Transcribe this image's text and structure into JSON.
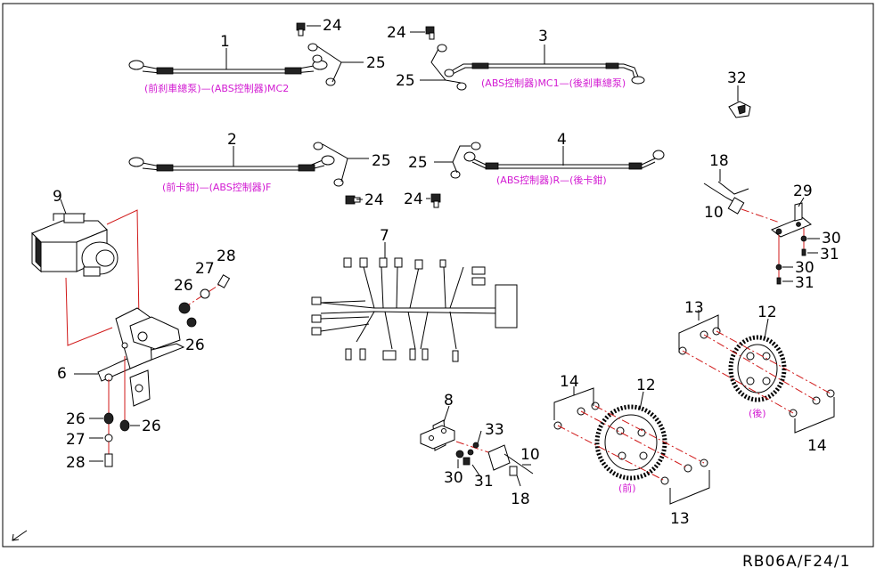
{
  "diagram": {
    "footer_code": "RB06A/F24/1",
    "callouts": {
      "c1": "1",
      "c2": "2",
      "c3": "3",
      "c4": "4",
      "c6": "6",
      "c7": "7",
      "c8": "8",
      "c9": "9",
      "c10a": "10",
      "c10b": "10",
      "c12a": "12",
      "c12b": "12",
      "c13a": "13",
      "c13b": "13",
      "c14a": "14",
      "c14b": "14",
      "c18a": "18",
      "c18b": "18",
      "c24a": "24",
      "c24b": "24",
      "c24c": "24",
      "c24d": "24",
      "c25a": "25",
      "c25b": "25",
      "c25c": "25",
      "c25d": "25",
      "c26a": "26",
      "c26b": "26",
      "c26c": "26",
      "c26d": "26",
      "c27a": "27",
      "c27b": "27",
      "c28a": "28",
      "c28b": "28",
      "c29": "29",
      "c30a": "30",
      "c30b": "30",
      "c30c": "30",
      "c31a": "31",
      "c31b": "31",
      "c31c": "31",
      "c32": "32",
      "c33": "33"
    },
    "captions": {
      "hose1": "(前刹車總泵)—(ABS控制器)MC2",
      "hose2": "(前卡鉗)—(ABS控制器)F",
      "hose3": "(ABS控制器)MC1—(後剎車總泵)",
      "hose4": "(ABS控制器)R—(後卡鉗)",
      "front": "(前)",
      "rear": "(後)"
    },
    "colors": {
      "annotation": "#d21ad2",
      "centerline": "#d01818",
      "ink": "#000000"
    }
  }
}
